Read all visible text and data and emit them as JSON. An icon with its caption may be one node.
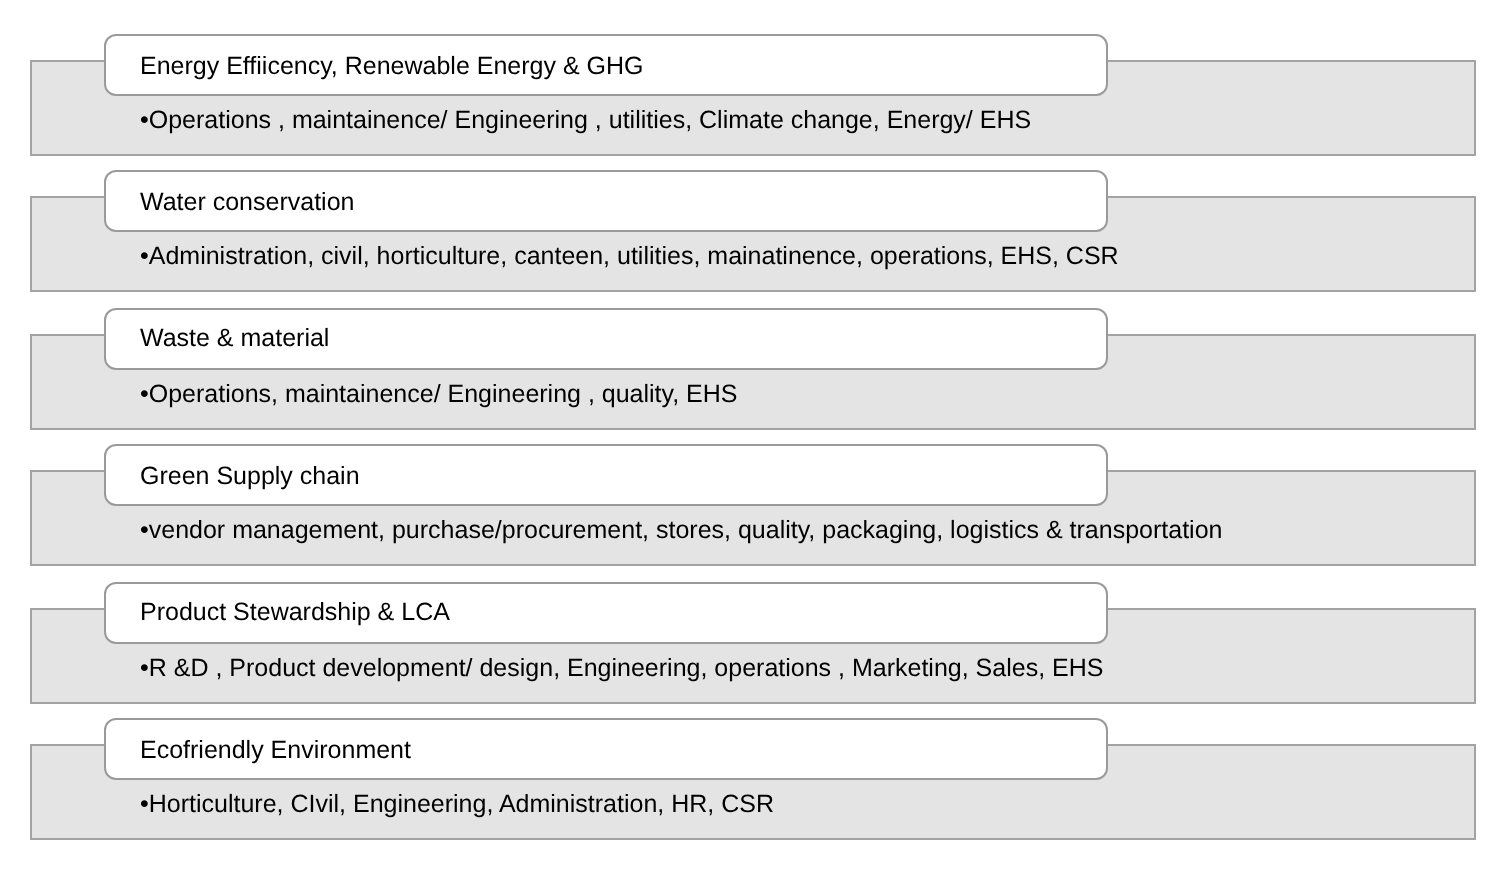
{
  "diagram": {
    "nodes": [
      {
        "text": [
          "Energy Effiicency, Renewable Energy & GHG"
        ]
      },
      {
        "text": [
          "•Operations , maintainence/ Engineering , utilities, Climate change, Energy/ EHS"
        ]
      },
      {
        "text": [
          "Water conservation"
        ]
      },
      {
        "text": [
          "•Administration, civil, horticulture, canteen, utilities, mainatinence, operations, EHS, CSR"
        ]
      },
      {
        "text": [
          "Waste & material"
        ]
      },
      {
        "text": [
          "•Operations, maintainence/ Engineering , quality, EHS"
        ]
      },
      {
        "text": [
          "Green Supply chain"
        ]
      },
      {
        "text": [
          "•vendor management, purchase/procurement, stores, quality, packaging, logistics & transportation"
        ]
      },
      {
        "text": [
          "Product Stewardship & LCA"
        ]
      },
      {
        "text": [
          "•R &D , Product development/ design, Engineering, operations , Marketing, Sales, EHS"
        ]
      },
      {
        "text": [
          "Ecofriendly Environment"
        ]
      },
      {
        "text": [
          "•Horticulture, CIvil, Engineering, Administration, HR, CSR"
        ]
      }
    ]
  }
}
